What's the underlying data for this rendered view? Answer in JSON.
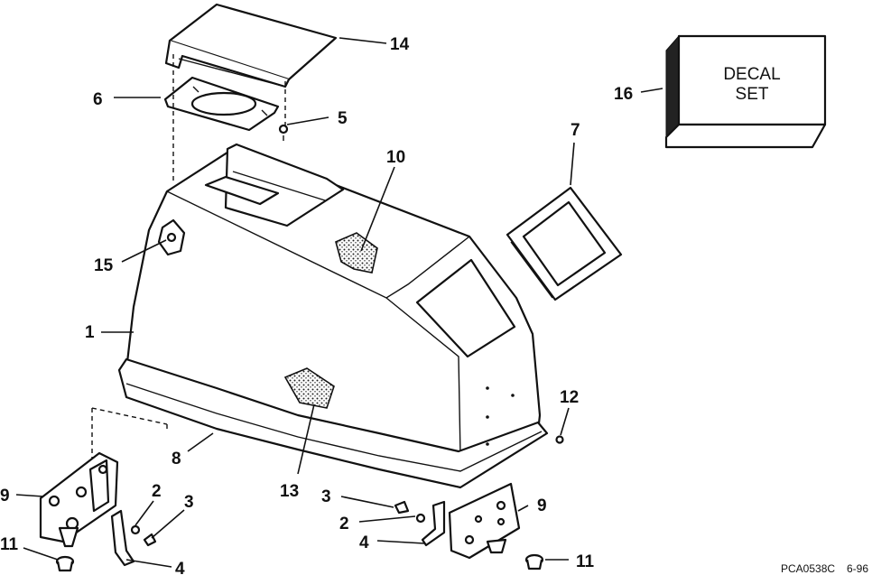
{
  "decal": {
    "line1": "DECAL",
    "line2": "SET"
  },
  "callouts": [
    {
      "id": "c14",
      "label": "14"
    },
    {
      "id": "c6",
      "label": "6"
    },
    {
      "id": "c5",
      "label": "5"
    },
    {
      "id": "c16",
      "label": "16"
    },
    {
      "id": "c7",
      "label": "7"
    },
    {
      "id": "c10",
      "label": "10"
    },
    {
      "id": "c15",
      "label": "15"
    },
    {
      "id": "c1",
      "label": "1"
    },
    {
      "id": "c12",
      "label": "12"
    },
    {
      "id": "c8",
      "label": "8"
    },
    {
      "id": "c9l",
      "label": "9"
    },
    {
      "id": "c2l",
      "label": "2"
    },
    {
      "id": "c3l",
      "label": "3"
    },
    {
      "id": "c13",
      "label": "13"
    },
    {
      "id": "c3r",
      "label": "3"
    },
    {
      "id": "c9r",
      "label": "9"
    },
    {
      "id": "c2r",
      "label": "2"
    },
    {
      "id": "c4r",
      "label": "4"
    },
    {
      "id": "c11l",
      "label": "11"
    },
    {
      "id": "c4l",
      "label": "4"
    },
    {
      "id": "c11r",
      "label": "11"
    }
  ],
  "footer": {
    "code": "PCA0538C",
    "date": "6-96"
  }
}
